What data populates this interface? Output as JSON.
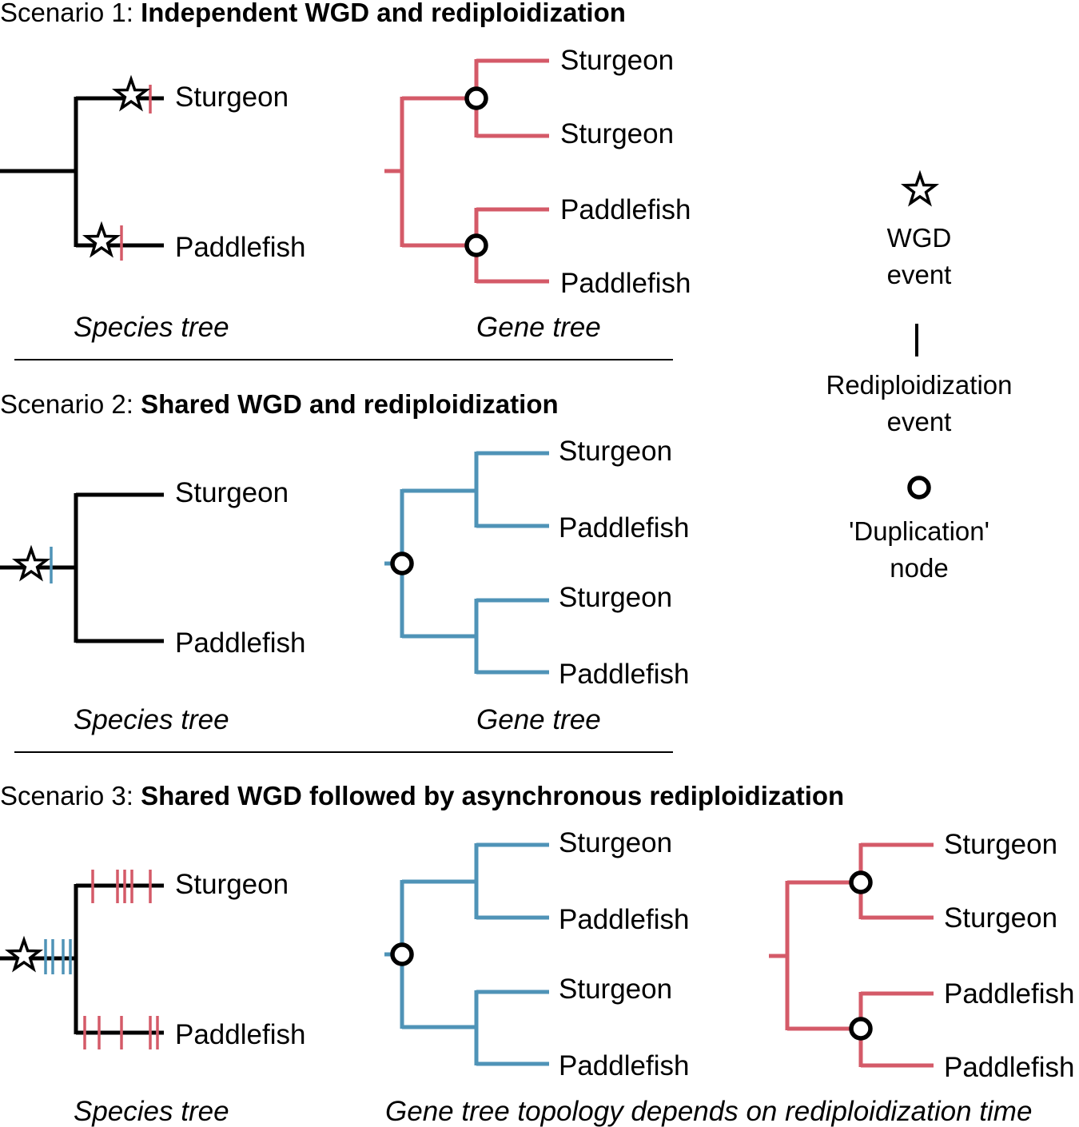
{
  "colors": {
    "species_tree": "#000000",
    "independent": "#d45a68",
    "shared": "#4f93b7"
  },
  "scenario1": {
    "prefix": "Scenario 1: ",
    "title": "Independent WGD and rediploidization",
    "species_tree": {
      "tip_top": "Sturgeon",
      "tip_bottom": "Paddlefish",
      "caption": "Species tree"
    },
    "gene_tree": {
      "tips": [
        "Sturgeon",
        "Sturgeon",
        "Paddlefish",
        "Paddlefish"
      ],
      "caption": "Gene tree"
    }
  },
  "scenario2": {
    "prefix": "Scenario 2: ",
    "title": "Shared WGD and rediploidization",
    "species_tree": {
      "tip_top": "Sturgeon",
      "tip_bottom": "Paddlefish",
      "caption": "Species tree"
    },
    "gene_tree": {
      "tips": [
        "Sturgeon",
        "Paddlefish",
        "Sturgeon",
        "Paddlefish"
      ],
      "caption": "Gene tree"
    }
  },
  "scenario3": {
    "prefix": "Scenario 3: ",
    "title": "Shared WGD followed by asynchronous rediploidization",
    "species_tree": {
      "tip_top": "Sturgeon",
      "tip_bottom": "Paddlefish",
      "caption": "Species tree"
    },
    "gene_tree_a": {
      "tips": [
        "Sturgeon",
        "Paddlefish",
        "Sturgeon",
        "Paddlefish"
      ]
    },
    "gene_tree_b": {
      "tips": [
        "Sturgeon",
        "Sturgeon",
        "Paddlefish",
        "Paddlefish"
      ]
    },
    "caption": "Gene tree topology depends on rediploidization time"
  },
  "legend": {
    "wgd": {
      "icon": "star-icon",
      "line1": "WGD",
      "line2": "event"
    },
    "redip": {
      "icon": "tick-mark-icon",
      "line1": "Rediploidization",
      "line2": "event"
    },
    "dup": {
      "icon": "circle-node-icon",
      "line1": "'Duplication'",
      "line2": "node"
    }
  }
}
